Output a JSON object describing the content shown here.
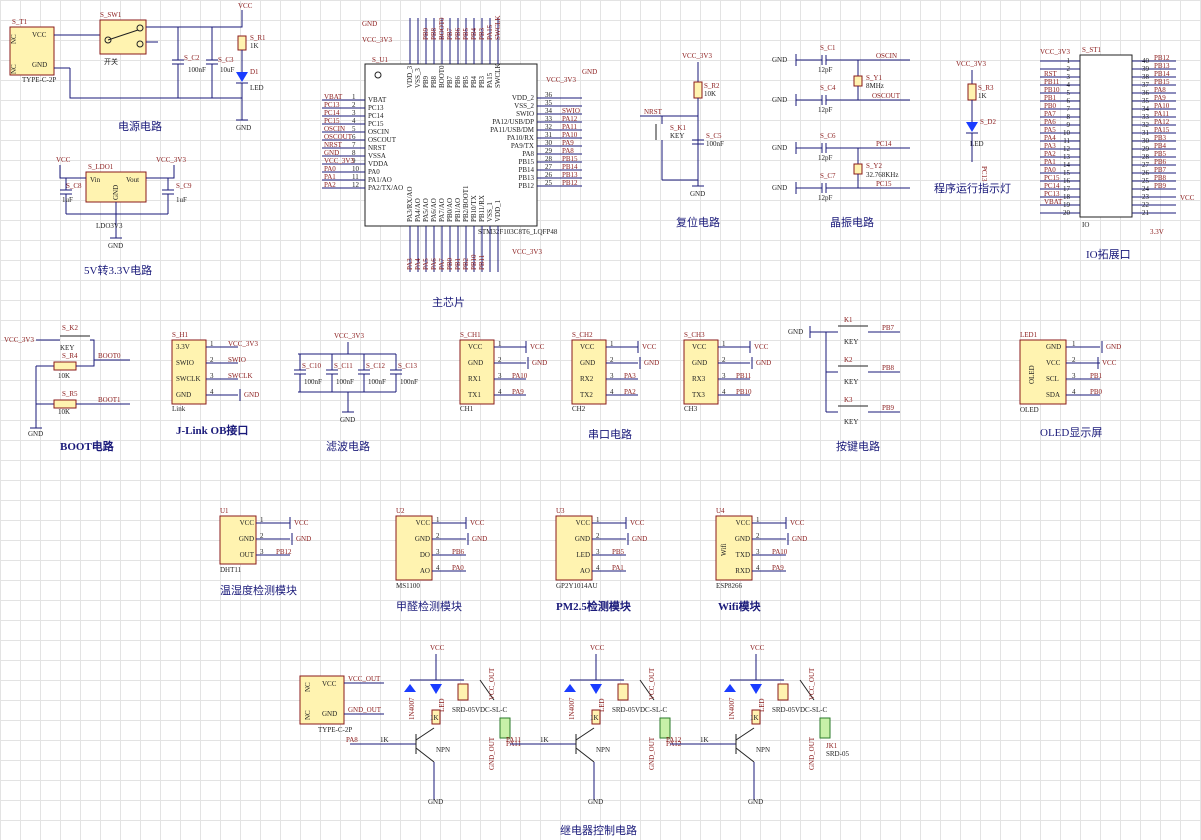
{
  "sections": {
    "power": "电源电路",
    "ldo": "5V转3.3V电路",
    "mcu": "主芯片",
    "reset": "复位电路",
    "crystal": "晶振电路",
    "led_run": "程序运行指示灯",
    "io_ext": "IO拓展口",
    "boot": "BOOT电路",
    "jlink": "J-Link OB接口",
    "filter": "滤波电路",
    "uart": "串口电路",
    "keys": "按键电路",
    "oled": "OLED显示屏",
    "dht": "温湿度检测模块",
    "hcho": "甲醛检测模块",
    "pm25": "PM2.5检测模块",
    "wifi": "Wifi模块",
    "relay": "继电器控制电路"
  },
  "mcu": {
    "ref": "S_U1",
    "part": "STM32F103C8T6_LQFP48",
    "vcc_label": "VCC_3V3",
    "gnd_label": "GND",
    "left_pins": [
      {
        "name": "VBAT",
        "num": "1",
        "net": "VBAT"
      },
      {
        "name": "PC13",
        "num": "2",
        "net": "PC13"
      },
      {
        "name": "PC14",
        "num": "3",
        "net": "PC14"
      },
      {
        "name": "PC15",
        "num": "4",
        "net": "PC15"
      },
      {
        "name": "OSCIN",
        "num": "5",
        "net": "OSCIN"
      },
      {
        "name": "OSCOUT",
        "num": "6",
        "net": "OSCOUT"
      },
      {
        "name": "NRST",
        "num": "7",
        "net": "NRST"
      },
      {
        "name": "VSSA",
        "num": "8",
        "net": "GND"
      },
      {
        "name": "VDDA",
        "num": "9",
        "net": "VCC_3V3"
      },
      {
        "name": "PA0",
        "num": "10",
        "net": "PA0"
      },
      {
        "name": "PA1/AO",
        "num": "11",
        "net": "PA1"
      },
      {
        "name": "PA2/TX/AO",
        "num": "12",
        "net": "PA2"
      }
    ],
    "right_pins": [
      {
        "name": "VDD_2",
        "num": "36",
        "net": ""
      },
      {
        "name": "VSS_2",
        "num": "35",
        "net": ""
      },
      {
        "name": "SWIO",
        "num": "34",
        "net": "SWIO"
      },
      {
        "name": "PA12/USB/DP",
        "num": "33",
        "net": "PA12"
      },
      {
        "name": "PA11/USB/DM",
        "num": "32",
        "net": "PA11"
      },
      {
        "name": "PA10/RX",
        "num": "31",
        "net": "PA10"
      },
      {
        "name": "PA9/TX",
        "num": "30",
        "net": "PA9"
      },
      {
        "name": "PA8",
        "num": "29",
        "net": "PA8"
      },
      {
        "name": "PB15",
        "num": "28",
        "net": "PB15"
      },
      {
        "name": "PB14",
        "num": "27",
        "net": "PB14"
      },
      {
        "name": "PB13",
        "num": "26",
        "net": "PB13"
      },
      {
        "name": "PB12",
        "num": "25",
        "net": "PB12"
      }
    ],
    "top_pins": [
      "VDD_3",
      "VSS_3",
      "PB9",
      "PB8",
      "BOOT0",
      "PB7",
      "PB6",
      "PB5",
      "PB4",
      "PB3",
      "PA15",
      "SWCLK"
    ],
    "top_nets": [
      "",
      "",
      "PB9",
      "PB8",
      "BOOT0",
      "PB7",
      "PB6",
      "PB5",
      "PB4",
      "PB3",
      "PA15",
      "SWCLK"
    ],
    "bottom_pins": [
      "PA3/RX/AO",
      "PA4/AO",
      "PA5/AO",
      "PA6/AO",
      "PA7/AO",
      "PB0/AO",
      "PB1/AO",
      "PB2/BOOT1",
      "PB10/TX",
      "PB11/RX",
      "VSS_1",
      "VDD_1"
    ],
    "bottom_nets": [
      "PA3",
      "PA4",
      "PA5",
      "PA6",
      "PA7",
      "PB0",
      "PB1",
      "PB2",
      "PB10",
      "PB11",
      "",
      ""
    ],
    "bottom_vcc": "VCC_3V3",
    "right_vcc": "VCC_3V3",
    "right_gnd": "GND"
  },
  "power": {
    "conn": "S_T1",
    "conn_part": "TYPE-C-2P",
    "conn_pins": [
      "VCC",
      "GND",
      "NC",
      "NC"
    ],
    "sw": "S_SW1",
    "sw_label": "开关",
    "c2": "S_C2",
    "c2_val": "100nF",
    "c3": "S_C3",
    "c3_val": "10uF",
    "r1": "S_R1",
    "r1_val": "1K",
    "d1": "D1",
    "d1_val": "LED",
    "vcc": "VCC",
    "gnd": "GND"
  },
  "ldo": {
    "ref": "S_LDO1",
    "part": "LDO3V3",
    "vin": "Vin",
    "vout": "Vout",
    "gnd": "GND",
    "c8": "S_C8",
    "c8_val": "1uF",
    "c9": "S_C9",
    "c9_val": "1uF",
    "vcc": "VCC",
    "vcc3": "VCC_3V3"
  },
  "reset": {
    "vcc": "VCC_3V3",
    "r2": "S_R2",
    "r2_val": "10K",
    "key": "S_K1",
    "key_val": "KEY",
    "nrst": "NRST",
    "c5": "S_C5",
    "c5_val": "100nF",
    "gnd": "GND"
  },
  "crystal": {
    "c1": "S_C1",
    "c1_val": "12pF",
    "c4": "S_C4",
    "c4_val": "12pF",
    "y1": "S_Y1",
    "y1_val": "8MHz",
    "oscin": "OSCIN",
    "oscout": "OSCOUT",
    "c6": "S_C6",
    "c6_val": "12pF",
    "c7": "S_C7",
    "c7_val": "12pF",
    "y2": "S_Y2",
    "y2_val": "32.768KHz",
    "pc14": "PC14",
    "pc15": "PC15",
    "gnd": "GND"
  },
  "led_run": {
    "vcc": "VCC_3V3",
    "r3": "S_R3",
    "r3_val": "1K",
    "d2": "S_D2",
    "d2_val": "LED",
    "net": "PC13"
  },
  "io_ext": {
    "ref": "S_ST1",
    "footer": "IO",
    "vcc": "VCC_3V3",
    "left_nets": [
      "",
      "",
      "RST",
      "PB11",
      "PB10",
      "PB1",
      "PB0",
      "PA7",
      "PA6",
      "PA5",
      "PA4",
      "PA3",
      "PA2",
      "PA1",
      "PA0",
      "PC15",
      "PC14",
      "PC13",
      "VBAT",
      ""
    ],
    "right_nets": [
      "PB12",
      "PB13",
      "PB14",
      "PB15",
      "PA8",
      "PA9",
      "PA10",
      "PA11",
      "PA12",
      "PA15",
      "PB3",
      "PB4",
      "PB5",
      "PB6",
      "PB7",
      "PB8",
      "PB9",
      "",
      "",
      ""
    ],
    "right_extra": "VCC",
    "bottom_extra": "3.3V"
  },
  "boot": {
    "vcc": "VCC_3V3",
    "k2": "S_K2",
    "k2_val": "KEY",
    "r4": "S_R4",
    "r4_val": "10K",
    "r5": "S_R5",
    "r5_val": "10K",
    "boot0": "BOOT0",
    "boot1": "BOOT1",
    "gnd": "GND"
  },
  "jlink": {
    "ref": "S_H1",
    "footer": "Link",
    "pins": [
      "3.3V",
      "SWIO",
      "SWCLK",
      "GND"
    ],
    "nets": [
      "VCC_3V3",
      "SWIO",
      "SWCLK",
      "GND"
    ]
  },
  "filter": {
    "vcc": "VCC_3V3",
    "gnd": "GND",
    "caps": [
      {
        "ref": "S_C10",
        "val": "100nF"
      },
      {
        "ref": "S_C11",
        "val": "100nF"
      },
      {
        "ref": "S_C12",
        "val": "100nF"
      },
      {
        "ref": "S_C13",
        "val": "100nF"
      }
    ]
  },
  "uart": [
    {
      "ref": "S_CH1",
      "footer": "CH1",
      "pins": [
        "VCC",
        "GND",
        "RX1",
        "TX1"
      ],
      "nets": [
        "VCC",
        "GND",
        "PA10",
        "PA9"
      ]
    },
    {
      "ref": "S_CH2",
      "footer": "CH2",
      "pins": [
        "VCC",
        "GND",
        "RX2",
        "TX2"
      ],
      "nets": [
        "VCC",
        "GND",
        "PA3",
        "PA2"
      ]
    },
    {
      "ref": "S_CH3",
      "footer": "CH3",
      "pins": [
        "VCC",
        "GND",
        "RX3",
        "TX3"
      ],
      "nets": [
        "VCC",
        "GND",
        "PB11",
        "PB10"
      ]
    }
  ],
  "keys": {
    "gnd": "GND",
    "items": [
      {
        "ref": "K1",
        "val": "KEY",
        "net": "PB7"
      },
      {
        "ref": "K2",
        "val": "KEY",
        "net": "PB8"
      },
      {
        "ref": "K3",
        "val": "KEY",
        "net": "PB9"
      }
    ]
  },
  "oled": {
    "ref": "LED1",
    "footer": "OLED",
    "body": "OLED",
    "pins": [
      "GND",
      "VCC",
      "SCL",
      "SDA"
    ],
    "nets": [
      "GND",
      "VCC",
      "PB1",
      "PB0"
    ]
  },
  "sensors": [
    {
      "ref": "U1",
      "footer": "DHT11",
      "pins": [
        "VCC",
        "GND",
        "OUT"
      ],
      "nets": [
        "VCC",
        "GND",
        "PB12"
      ]
    },
    {
      "ref": "U2",
      "footer": "MS1100",
      "pins": [
        "VCC",
        "GND",
        "DO",
        "AO"
      ],
      "nets": [
        "VCC",
        "GND",
        "PB6",
        "PA0"
      ]
    },
    {
      "ref": "U3",
      "footer": "GP2Y1014AU",
      "pins": [
        "VCC",
        "GND",
        "LED",
        "AO"
      ],
      "nets": [
        "VCC",
        "GND",
        "PB5",
        "PA1"
      ]
    },
    {
      "ref": "U4",
      "footer": "ESP8266",
      "body": "Wifi",
      "pins": [
        "VCC",
        "GND",
        "TXD",
        "RXD"
      ],
      "nets": [
        "VCC",
        "GND",
        "PA10",
        "PA9"
      ]
    }
  ],
  "relay": {
    "conn_part": "TYPE-C-2P",
    "conn_pins": [
      "VCC",
      "GND",
      "NC",
      "NC"
    ],
    "conn_nets": [
      "VCC_OUT",
      "GND_OUT"
    ],
    "vcc": "VCC",
    "gnd": "GND",
    "vcc_out": "VCC_OUT",
    "gnd_out": "GND_OUT",
    "rb": "1K",
    "npn": "NPN",
    "led_d": "LED",
    "led_r": "1K",
    "diode": "1N4007",
    "relay_part": "SRD-05VDC-SL-C",
    "channels": [
      {
        "in": "PA8",
        "out": "PA11",
        "jk": "",
        "jk_part": ""
      },
      {
        "in": "PA11",
        "out": "PA12",
        "jk": "",
        "jk_part": ""
      },
      {
        "in": "PA12",
        "out": "",
        "jk": "JK1",
        "jk_part": "SRD-05"
      }
    ]
  }
}
